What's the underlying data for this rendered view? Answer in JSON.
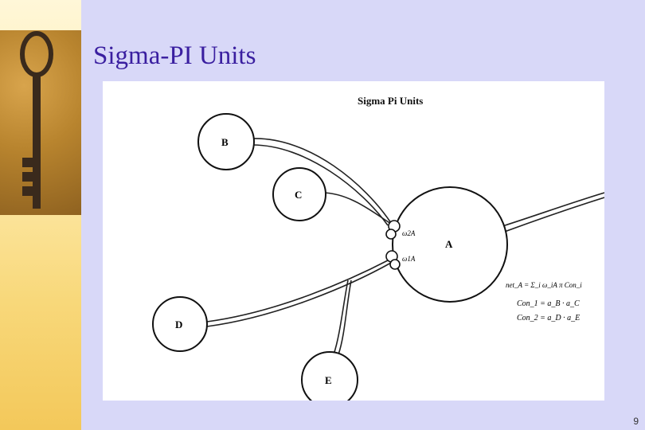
{
  "slide": {
    "title": "Sigma-PI Units",
    "page_number": "9"
  },
  "decoration": {
    "image_icon": "antique-key-icon"
  },
  "diagram": {
    "caption": "Sigma Pi Units",
    "nodes": {
      "A": "A",
      "B": "B",
      "C": "C",
      "D": "D",
      "E": "E"
    },
    "weights": {
      "w2A": "ω2A",
      "w1A": "ω1A"
    },
    "equations": {
      "net": "net_A = Σ_i ω_iA π Con_i",
      "con1": "Con_1 = a_B · a_C",
      "con2": "Con_2 = a_D · a_E"
    }
  }
}
